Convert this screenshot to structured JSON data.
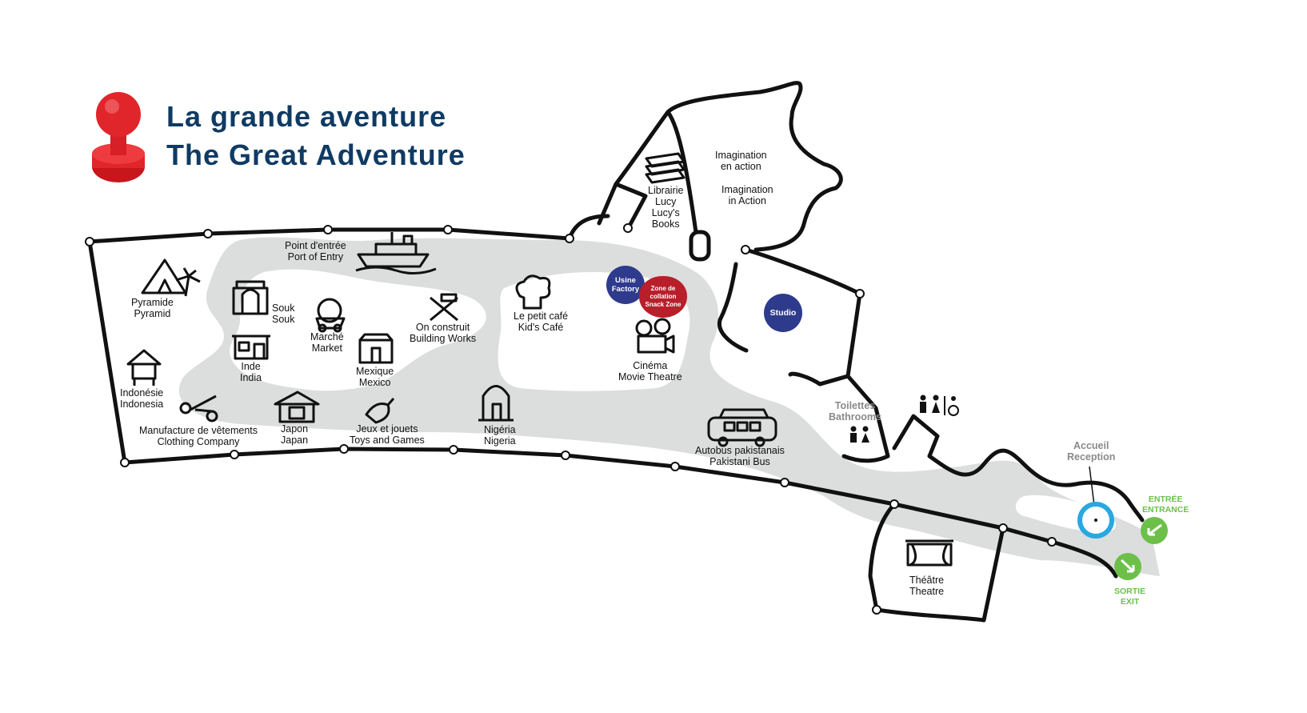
{
  "title": {
    "line1": "La grande aventure",
    "line2": "The Great Adventure"
  },
  "colors": {
    "path": "#dcdddd",
    "wall": "#111111",
    "title": "#0f3b63",
    "blue_badge": "#2e3a8c",
    "red_apple": "#b81f2a",
    "green": "#6cc04a",
    "reception": "#29a8e0"
  },
  "locations": {
    "port_of_entry": {
      "fr": "Point d'entrée",
      "en": "Port of Entry",
      "icon": "ship-icon"
    },
    "pyramid": {
      "fr": "Pyramide",
      "en": "Pyramid",
      "icon": "pyramid-icon"
    },
    "souk": {
      "fr": "Souk",
      "en": "Souk",
      "icon": "souk-icon"
    },
    "market": {
      "fr": "Marché",
      "en": "Market",
      "icon": "market-icon"
    },
    "building_works": {
      "fr": "On construit",
      "en": "Building Works",
      "icon": "tools-icon"
    },
    "kids_cafe": {
      "fr": "Le petit café",
      "en": "Kid's Café",
      "icon": "chef-hat-icon"
    },
    "india": {
      "fr": "Inde",
      "en": "India",
      "icon": "india-house-icon"
    },
    "mexico": {
      "fr": "Mexique",
      "en": "Mexico",
      "icon": "mexico-house-icon"
    },
    "indonesia": {
      "fr": "Indonésie",
      "en": "Indonesia",
      "icon": "stilt-house-icon"
    },
    "clothing": {
      "fr": "Manufacture de vêtements",
      "en": "Clothing Company",
      "icon": "scissors-icon"
    },
    "japan": {
      "fr": "Japon",
      "en": "Japan",
      "icon": "japan-house-icon"
    },
    "toys": {
      "fr": "Jeux et jouets",
      "en": "Toys and Games",
      "icon": "spinning-top-icon"
    },
    "nigeria": {
      "fr": "Nigéria",
      "en": "Nigeria",
      "icon": "nigeria-hut-icon"
    },
    "cinema": {
      "fr": "Cinéma",
      "en": "Movie Theatre",
      "icon": "projector-icon"
    },
    "pakistani_bus": {
      "fr": "Autobus pakistanais",
      "en": "Pakistani Bus",
      "icon": "bus-icon"
    },
    "books": {
      "fr": "Librairie",
      "fr2": "Lucy",
      "en": "Lucy's",
      "en2": "Books",
      "icon": "books-icon"
    },
    "imagination": {
      "fr": "Imagination",
      "fr2": "en action",
      "en": "Imagination",
      "en2": "in Action"
    },
    "bathrooms": {
      "fr": "Toilettes",
      "en": "Bathrooms",
      "icon": "restroom-icon"
    },
    "reception": {
      "fr": "Accueil",
      "en": "Reception"
    },
    "theatre": {
      "fr": "Théâtre",
      "en": "Theatre",
      "icon": "stage-icon"
    }
  },
  "badges": {
    "factory": {
      "fr": "Usine",
      "en": "Factory"
    },
    "snack": {
      "fr": "Zone de",
      "fr2": "collation",
      "en": "Snack Zone"
    },
    "studio": "Studio"
  },
  "entrance": {
    "fr": "ENTRÉE",
    "en": "ENTRANCE",
    "icon": "arrow-in-icon"
  },
  "exit": {
    "fr": "SORTIE",
    "en": "EXIT",
    "icon": "arrow-out-icon"
  }
}
